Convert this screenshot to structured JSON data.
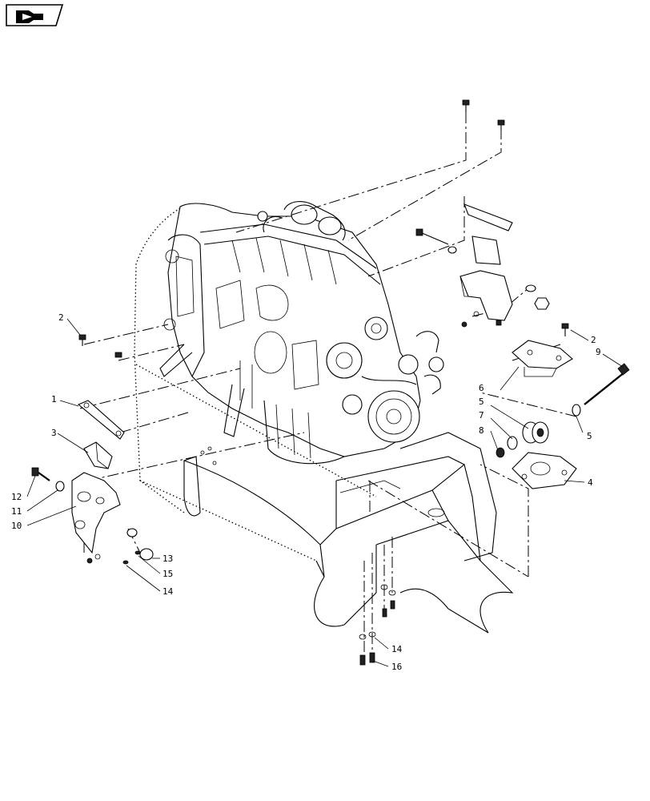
{
  "diagram": {
    "callouts": [
      {
        "id": "c2a",
        "label": "2"
      },
      {
        "id": "c2b",
        "label": "2"
      },
      {
        "id": "c9",
        "label": "9"
      },
      {
        "id": "c6",
        "label": "6"
      },
      {
        "id": "c5a",
        "label": "5"
      },
      {
        "id": "c7",
        "label": "7"
      },
      {
        "id": "c8",
        "label": "8"
      },
      {
        "id": "c5b",
        "label": "5"
      },
      {
        "id": "c4",
        "label": "4"
      },
      {
        "id": "c1",
        "label": "1"
      },
      {
        "id": "c3",
        "label": "3"
      },
      {
        "id": "c12",
        "label": "12"
      },
      {
        "id": "c11",
        "label": "11"
      },
      {
        "id": "c10",
        "label": "10"
      },
      {
        "id": "c13",
        "label": "13"
      },
      {
        "id": "c15",
        "label": "15"
      },
      {
        "id": "c14a",
        "label": "14"
      },
      {
        "id": "c14b",
        "label": "14"
      },
      {
        "id": "c16",
        "label": "16"
      }
    ],
    "icons": {
      "nav": "book-arrow-icon"
    }
  }
}
